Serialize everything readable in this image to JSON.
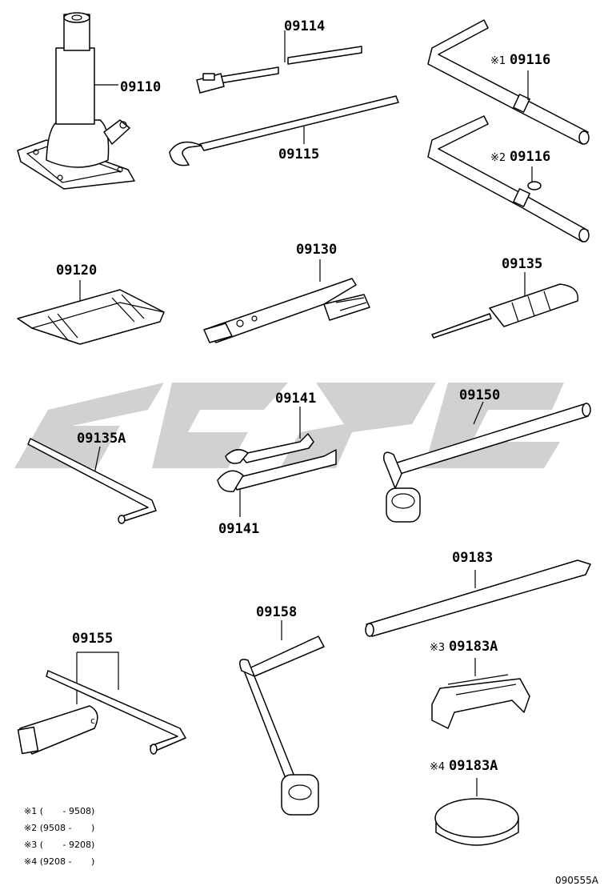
{
  "parts": [
    {
      "id": "p09110",
      "label": "09110",
      "prefix": ""
    },
    {
      "id": "p09114",
      "label": "09114",
      "prefix": ""
    },
    {
      "id": "p09116a",
      "label": "09116",
      "prefix": "※1"
    },
    {
      "id": "p09115",
      "label": "09115",
      "prefix": ""
    },
    {
      "id": "p09116b",
      "label": "09116",
      "prefix": "※2"
    },
    {
      "id": "p09120",
      "label": "09120",
      "prefix": ""
    },
    {
      "id": "p09130",
      "label": "09130",
      "prefix": ""
    },
    {
      "id": "p09135",
      "label": "09135",
      "prefix": ""
    },
    {
      "id": "p09135A",
      "label": "09135A",
      "prefix": ""
    },
    {
      "id": "p09141a",
      "label": "09141",
      "prefix": ""
    },
    {
      "id": "p09141b",
      "label": "09141",
      "prefix": ""
    },
    {
      "id": "p09150",
      "label": "09150",
      "prefix": ""
    },
    {
      "id": "p09183",
      "label": "09183",
      "prefix": ""
    },
    {
      "id": "p09158",
      "label": "09158",
      "prefix": ""
    },
    {
      "id": "p09155",
      "label": "09155",
      "prefix": ""
    },
    {
      "id": "p09183A_3",
      "label": "09183A",
      "prefix": "※3"
    },
    {
      "id": "p09183A_4",
      "label": "09183A",
      "prefix": "※4"
    }
  ],
  "notes": [
    "※1 (       - 9508)",
    "※2 (9508 -       )",
    "※3 (       - 9208)",
    "※4 (9208 -       )"
  ],
  "diagram_ref": "090555A"
}
